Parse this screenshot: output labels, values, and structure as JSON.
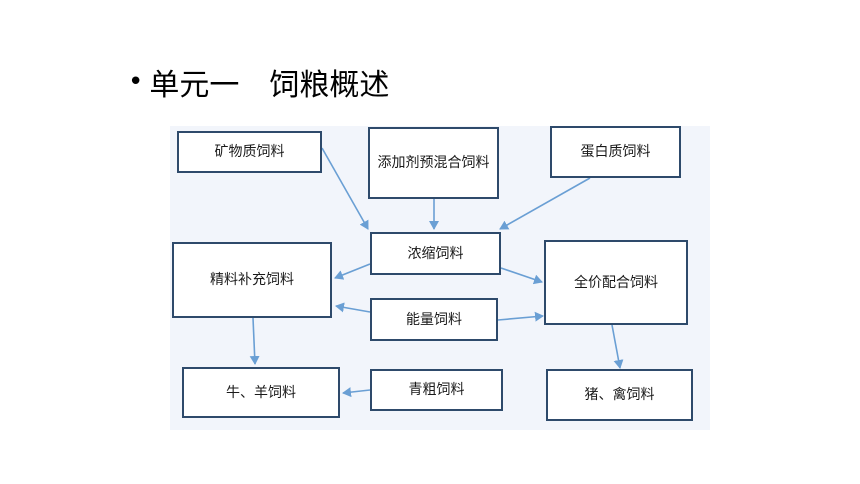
{
  "slide": {
    "bullet": "•",
    "title": "单元一　饲粮概述"
  },
  "diagram": {
    "nodes": {
      "mineral": "矿物质饲料",
      "premix": "添加剂预混合饲料",
      "protein": "蛋白质饲料",
      "concentrate": "浓缩饲料",
      "supplement": "精料补充饲料",
      "complete": "全价配合饲料",
      "energy": "能量饲料",
      "cattle": "牛、羊饲料",
      "roughage": "青粗饲料",
      "pig": "猪、禽饲料"
    },
    "colors": {
      "arrow": "#6a9fd4",
      "border": "#2e4a6b",
      "background": "#f2f5fb"
    }
  }
}
